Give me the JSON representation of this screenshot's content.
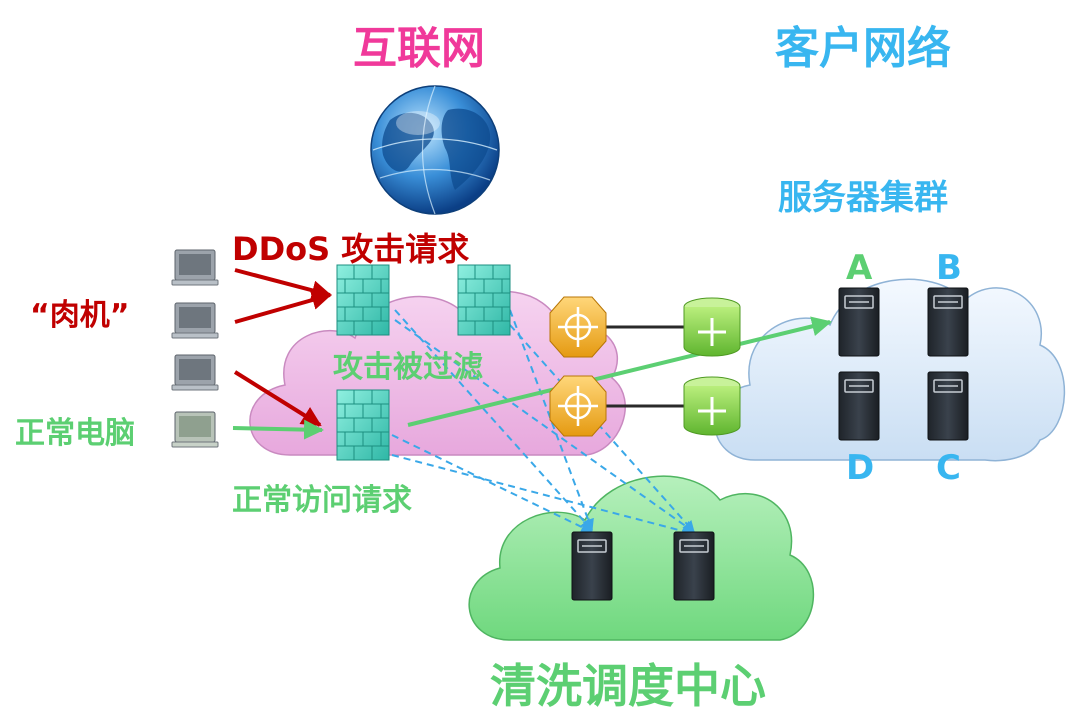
{
  "labels": {
    "internet": "互联网",
    "customer_network": "客户网络",
    "server_cluster": "服务器集群",
    "ddos_request": "DDoS 攻击请求",
    "zombie": "“肉机”",
    "normal_pc": "正常电脑",
    "attack_filtered": "攻击被过滤",
    "normal_request": "正常访问请求",
    "scrub_center": "清洗调度中心",
    "server_a": "A",
    "server_b": "B",
    "server_c": "C",
    "server_d": "D"
  },
  "colors": {
    "internet_title": "#f0399a",
    "customer_title": "#38b6f0",
    "attack": "#c00000",
    "normal": "#5ccf72",
    "dashed_link": "#3aa8e8",
    "internet_cloud": "#f2c4ec",
    "customer_cloud": "#e2eefa",
    "scrub_cloud": "#8ee39a"
  },
  "icons": [
    "globe-icon",
    "laptop-icon",
    "firewall-icon",
    "router-icon",
    "server-icon"
  ]
}
